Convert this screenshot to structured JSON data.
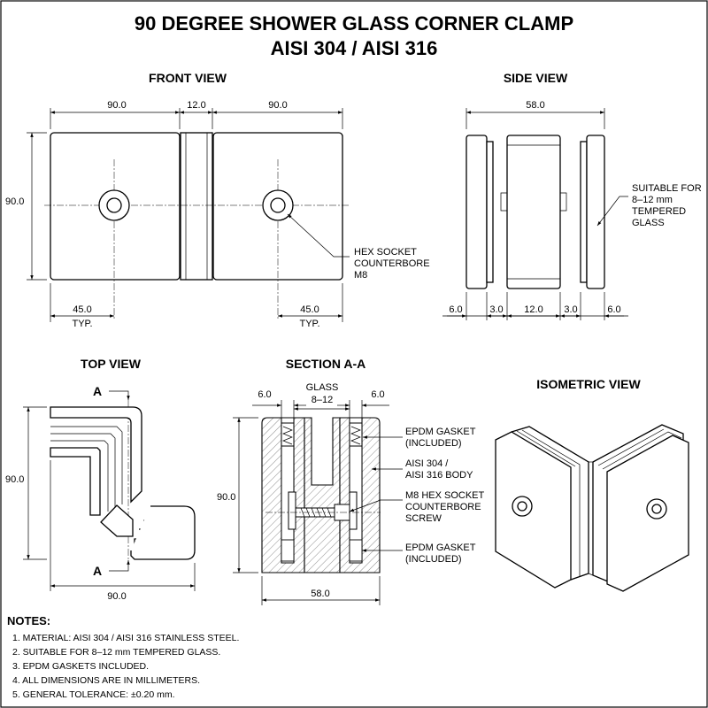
{
  "title": {
    "line1": "90 DEGREE SHOWER GLASS CORNER CLAMP",
    "line2": "AISI 304 / AISI 316"
  },
  "front_view": {
    "title": "FRONT VIEW",
    "dim_left_width": "90.0",
    "dim_gap": "12.0",
    "dim_right_width": "90.0",
    "dim_height": "90.0",
    "dim_hole_left": "45.0",
    "dim_hole_left_note": "TYP.",
    "dim_hole_right": "45.0",
    "dim_hole_right_note": "TYP.",
    "callout": [
      "HEX SOCKET",
      "COUNTERBORE",
      "M8"
    ]
  },
  "side_view": {
    "title": "SIDE VIEW",
    "dim_overall": "58.0",
    "dims_bottom": [
      "6.0",
      "3.0",
      "12.0",
      "3.0",
      "6.0"
    ],
    "callout": [
      "SUITABLE FOR",
      "8–12 mm",
      "TEMPERED",
      "GLASS"
    ]
  },
  "top_view": {
    "title": "TOP VIEW",
    "section_mark": "A",
    "dim_height": "90.0",
    "dim_width": "90.0"
  },
  "section_view": {
    "title": "SECTION A-A",
    "dim_left": "6.0",
    "dim_glass_label": "GLASS",
    "dim_glass_range": "8–12",
    "dim_right": "6.0",
    "dim_height": "90.0",
    "dim_width": "58.0",
    "callouts": [
      [
        "EPDM GASKET",
        "(INCLUDED)"
      ],
      [
        "AISI 304 /",
        "AISI 316 BODY"
      ],
      [
        "M8 HEX SOCKET",
        "COUNTERBORE",
        "SCREW"
      ],
      [
        "EPDM GASKET",
        "(INCLUDED)"
      ]
    ]
  },
  "isometric_view": {
    "title": "ISOMETRIC VIEW"
  },
  "notes": {
    "heading": "NOTES:",
    "items": [
      "1.  MATERIAL: AISI 304 / AISI 316 STAINLESS STEEL.",
      "2.  SUITABLE FOR 8–12 mm TEMPERED GLASS.",
      "3.  EPDM GASKETS INCLUDED.",
      "4.  ALL DIMENSIONS ARE IN MILLIMETERS.",
      "5.  GENERAL TOLERANCE: ±0.20 mm."
    ]
  }
}
